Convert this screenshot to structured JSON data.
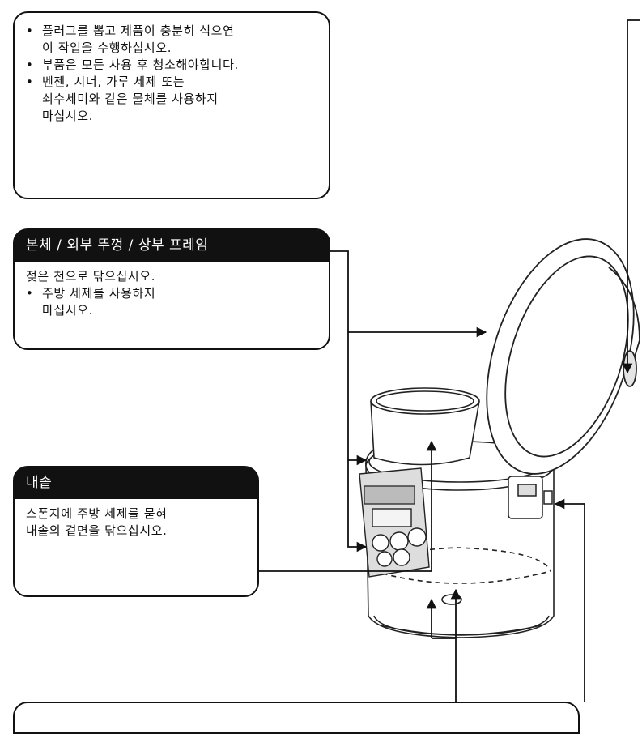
{
  "note_box": {
    "lines": [
      {
        "bullet": "•",
        "text": "플러그를 뽑고 제품이 충분히 식으연"
      },
      {
        "bullet": "",
        "text": "이 작업을 수행하십시오."
      },
      {
        "bullet": "•",
        "text": "부품은 모든 사용 후 청소해야합니다."
      },
      {
        "bullet": "•",
        "text": "벤젠, 시너, 가루 세제 또는"
      },
      {
        "bullet": "",
        "text": "쇠수세미와 같은 물체를 사용하지"
      },
      {
        "bullet": "",
        "text": "마십시오."
      }
    ]
  },
  "body_box": {
    "title": "본체 / 외부 뚜껑 / 상부 프레임",
    "lines": [
      {
        "bullet": "",
        "text": "젖은 천으로 닦으십시오."
      },
      {
        "bullet": "•",
        "text": "주방 세제를 사용하지"
      },
      {
        "bullet": "",
        "text": "마십시오."
      }
    ]
  },
  "pot_box": {
    "title": "내솥",
    "lines": [
      {
        "bullet": "",
        "text": "스폰지에 주방 세제를 묻혀"
      },
      {
        "bullet": "",
        "text": "내솥의 겉면을 닦으십시오."
      }
    ]
  }
}
